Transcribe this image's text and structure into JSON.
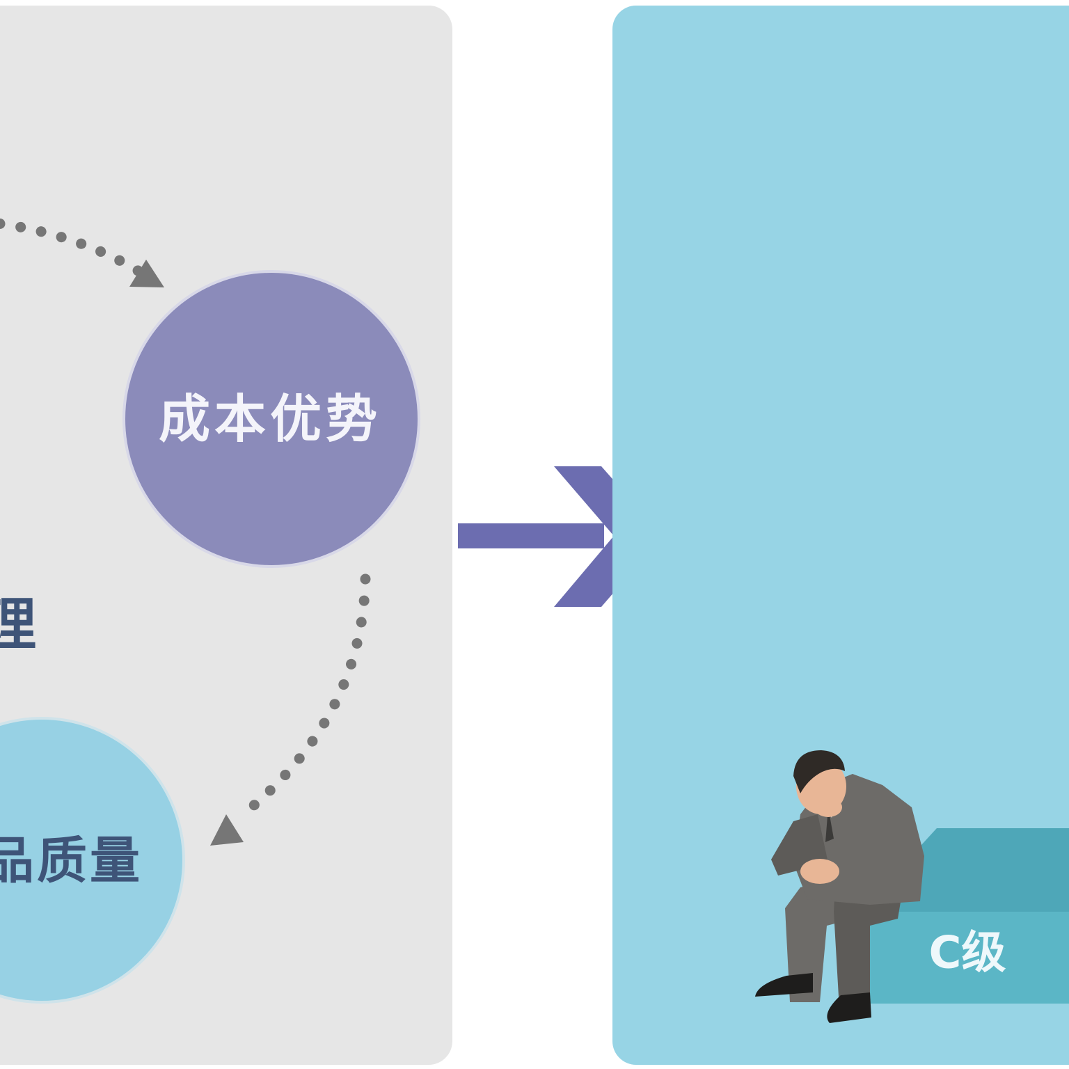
{
  "left_panel": {
    "circle_cost": {
      "label": "成本优势",
      "color": "#8b8bba",
      "text_color": "#f4f4fa"
    },
    "circle_quality": {
      "label": "品质量",
      "color": "#97d1e4",
      "text_color": "#3e5478"
    },
    "partial_label": "理",
    "background": "#e6e6e6",
    "connector_color": "#767676"
  },
  "transition_arrow": {
    "icon": "right-arrow-icon",
    "color": "#6c6db0"
  },
  "right_panel": {
    "background": "#97d4e5",
    "step": {
      "label": "C级",
      "top_color": "#4ea7b8",
      "front_color": "#5bb6c6",
      "text_color": "#eef8fb"
    },
    "figure": {
      "icon": "sad-businessman-icon",
      "suit_color": "#6d6b68",
      "skin_color": "#e8b696"
    }
  }
}
